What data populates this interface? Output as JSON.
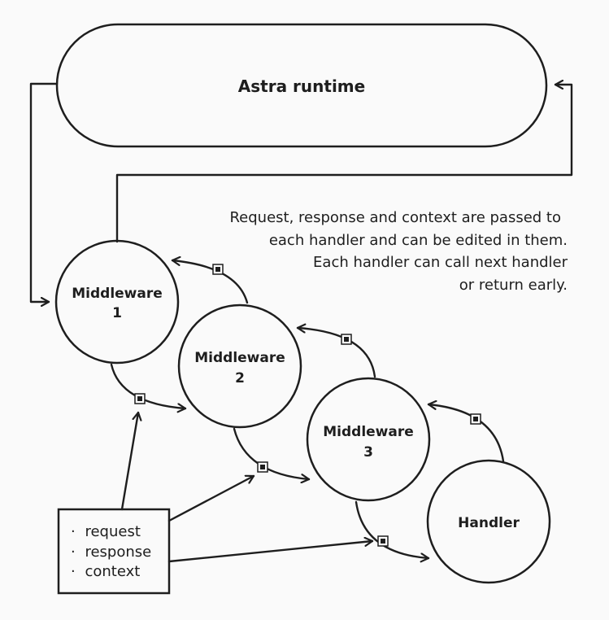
{
  "runtime": {
    "label": "Astra runtime"
  },
  "nodes": [
    {
      "id": "mw1",
      "line1": "Middleware",
      "line2": "1"
    },
    {
      "id": "mw2",
      "line1": "Middleware",
      "line2": "2"
    },
    {
      "id": "mw3",
      "line1": "Middleware",
      "line2": "3"
    },
    {
      "id": "handler",
      "line1": "Handler",
      "line2": ""
    }
  ],
  "note": {
    "lines": [
      "Request, response and context are passed to",
      "each handler and can be edited in them.",
      "Each handler can call next handler",
      "or return early."
    ]
  },
  "inputs": {
    "items": [
      "request",
      "response",
      "context"
    ],
    "bullet": "·"
  }
}
